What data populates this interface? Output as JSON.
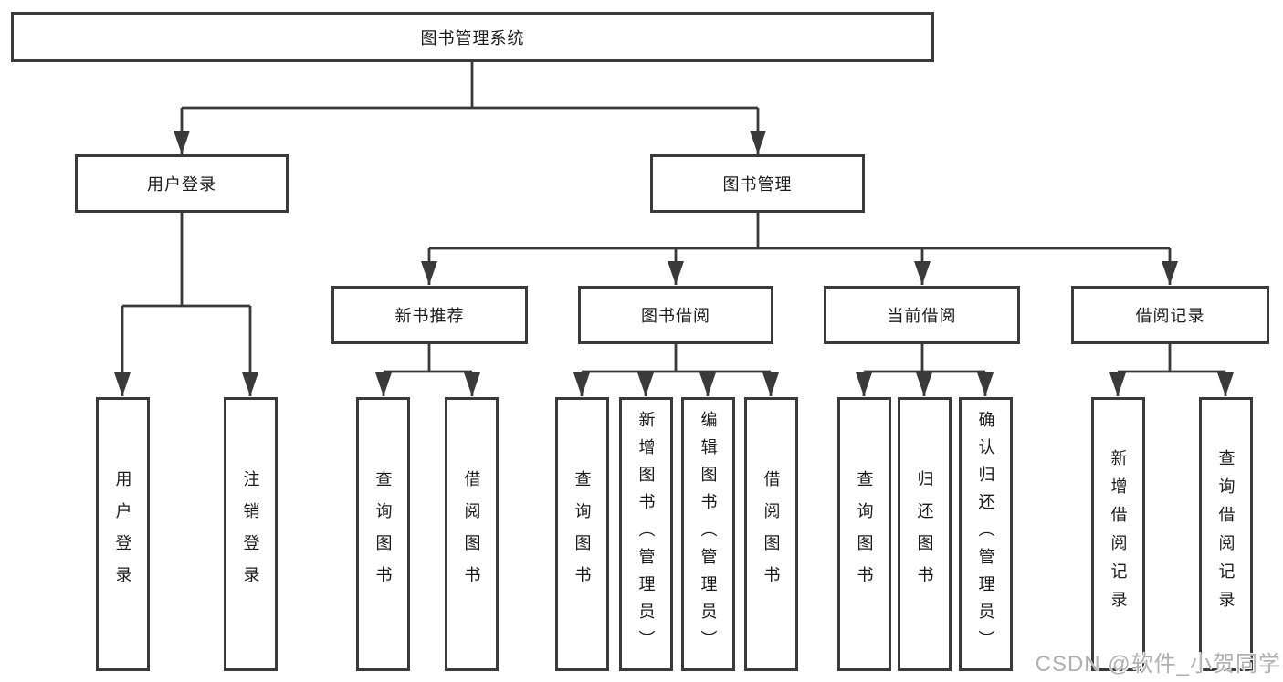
{
  "watermark": {
    "text": "CSDN @软件_小贺同学"
  },
  "colors": {
    "line": "#3a3a3a",
    "box_border": "#3a3a3a",
    "text": "#1b1b1b",
    "background": "#ffffff",
    "watermark": "#b0b0b0"
  },
  "tree": {
    "root": {
      "label": "图书管理系统",
      "children": [
        {
          "label": "用户登录",
          "children": [
            {
              "label": "用户登录"
            },
            {
              "label": "注销登录"
            }
          ]
        },
        {
          "label": "图书管理",
          "children": [
            {
              "label": "新书推荐",
              "children": [
                {
                  "label": "查询图书"
                },
                {
                  "label": "借阅图书"
                }
              ]
            },
            {
              "label": "图书借阅",
              "children": [
                {
                  "label": "查询图书"
                },
                {
                  "label": "新增图书（管理员）"
                },
                {
                  "label": "编辑图书（管理员）"
                },
                {
                  "label": "借阅图书"
                }
              ]
            },
            {
              "label": "当前借阅",
              "children": [
                {
                  "label": "查询图书"
                },
                {
                  "label": "归还图书"
                },
                {
                  "label": "确认归还（管理员）"
                }
              ]
            },
            {
              "label": "借阅记录",
              "children": [
                {
                  "label": "新增借阅记录"
                },
                {
                  "label": "查询借阅记录"
                }
              ]
            }
          ]
        }
      ]
    }
  }
}
